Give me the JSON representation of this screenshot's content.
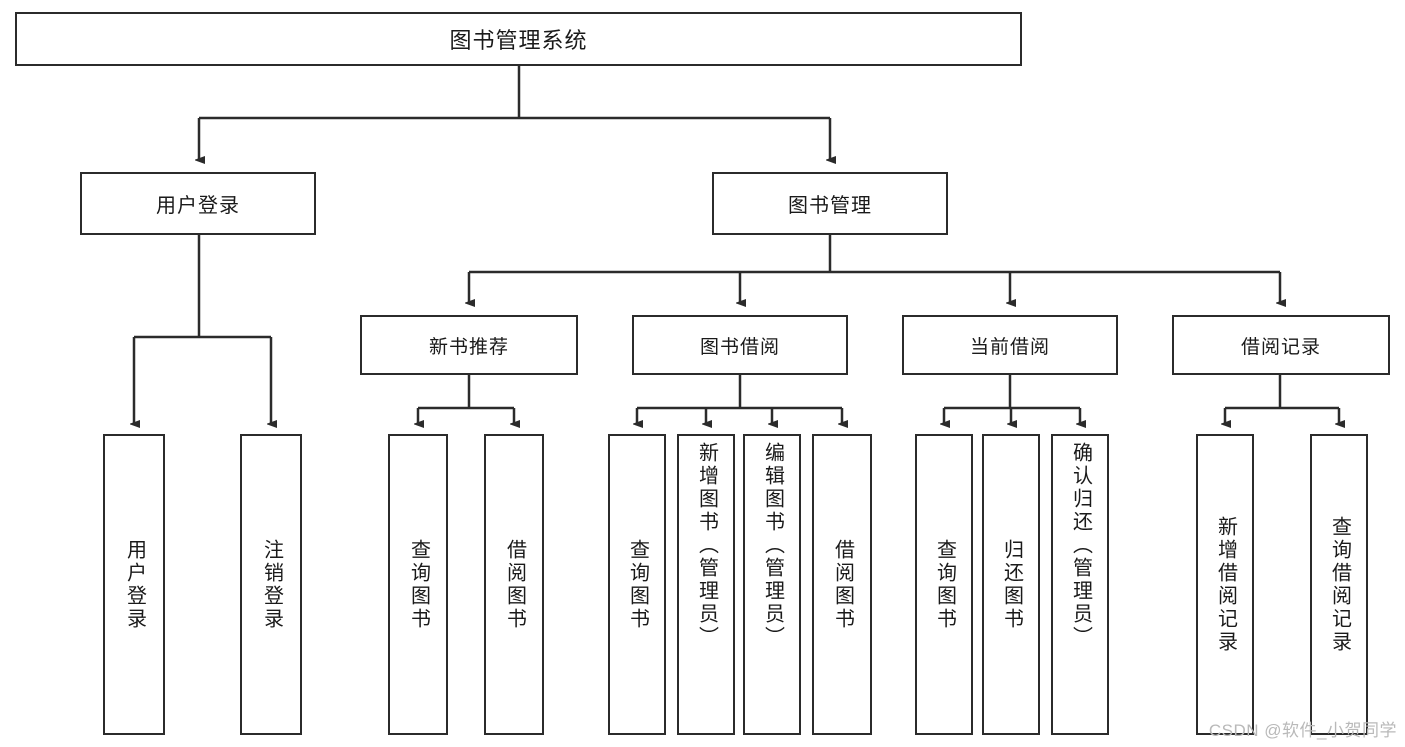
{
  "diagram": {
    "type": "tree-hierarchy",
    "title": "图书管理系统",
    "background_color": "#ffffff",
    "line_color": "#2b2b2b",
    "text_color": "#1a1a1a"
  },
  "root": {
    "label": "图书管理系统"
  },
  "level1": [
    {
      "label": "用户登录"
    },
    {
      "label": "图书管理"
    }
  ],
  "level2": [
    {
      "label": "新书推荐"
    },
    {
      "label": "图书借阅"
    },
    {
      "label": "当前借阅"
    },
    {
      "label": "借阅记录"
    }
  ],
  "leaves": {
    "user_login": [
      {
        "label": "用户登录"
      },
      {
        "label": "注销登录"
      }
    ],
    "new_book_recommend": [
      {
        "label": "查询图书"
      },
      {
        "label": "借阅图书"
      }
    ],
    "book_borrow": [
      {
        "label": "查询图书"
      },
      {
        "label": "新增图书（管理员）"
      },
      {
        "label": "编辑图书（管理员）"
      },
      {
        "label": "借阅图书"
      }
    ],
    "current_borrow": [
      {
        "label": "查询图书"
      },
      {
        "label": "归还图书"
      },
      {
        "label": "确认归还（管理员）"
      }
    ],
    "borrow_record": [
      {
        "label": "新增借阅记录"
      },
      {
        "label": "查询借阅记录"
      }
    ]
  },
  "watermark": {
    "text": "CSDN @软件_小贺同学"
  }
}
